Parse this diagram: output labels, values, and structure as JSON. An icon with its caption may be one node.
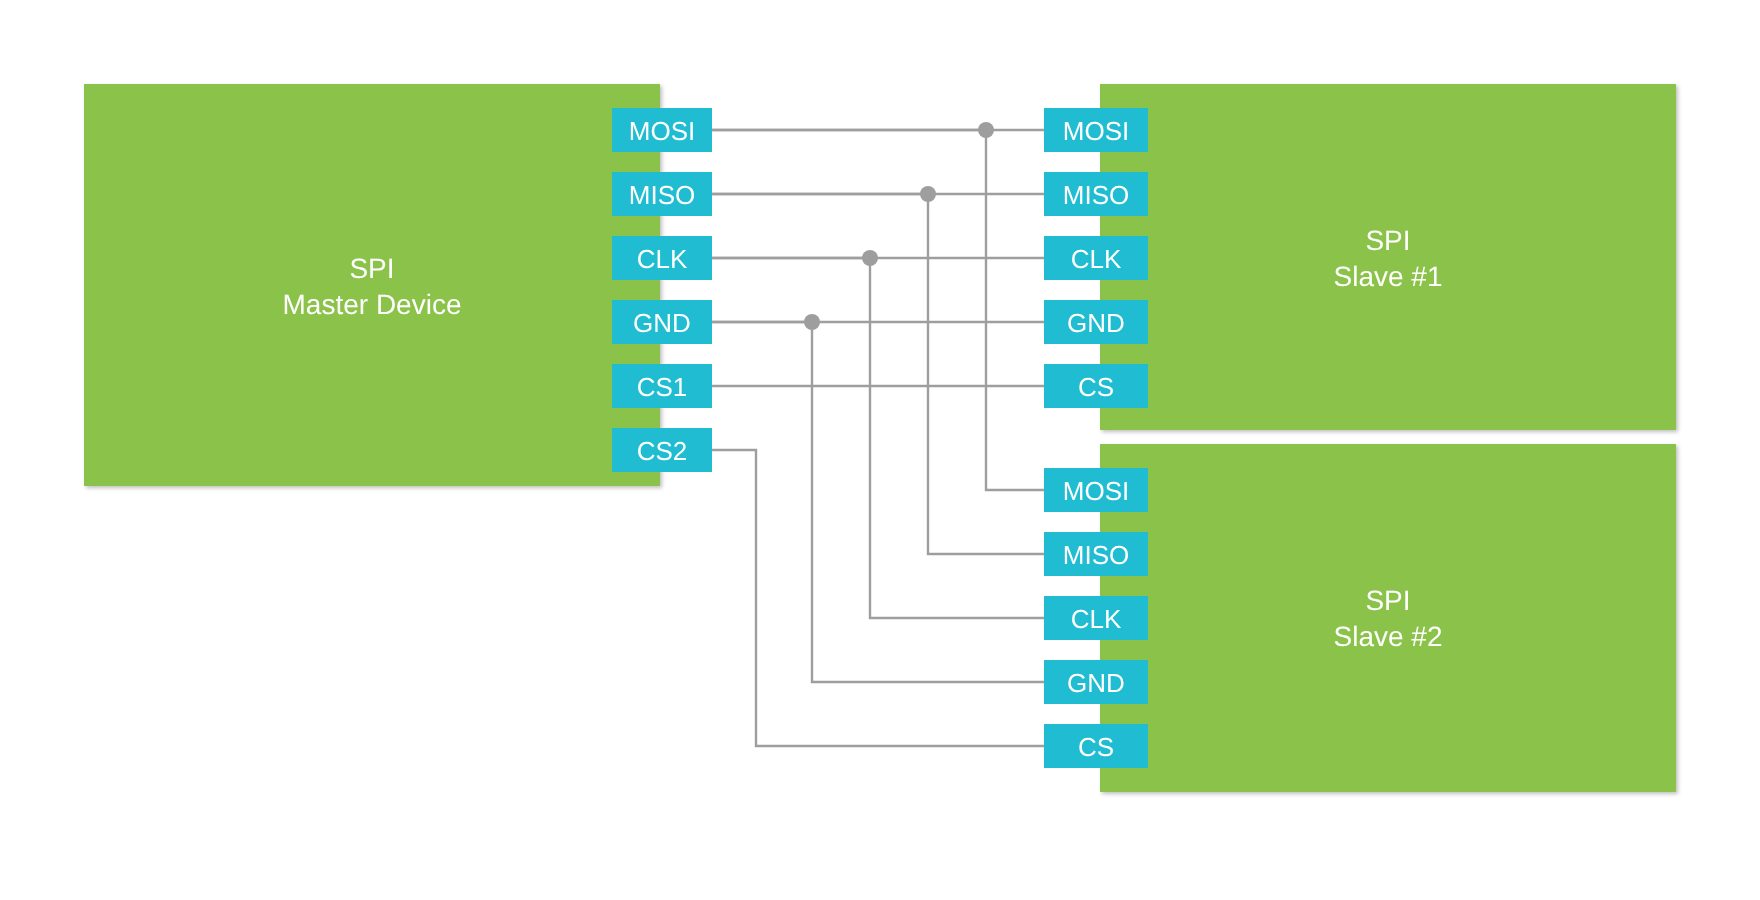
{
  "diagram": {
    "nodes": [
      {
        "text": [
          "SPI",
          "Master Device"
        ]
      },
      {
        "text": [
          "MOSI"
        ]
      },
      {
        "text": [
          "MISO"
        ]
      },
      {
        "text": [
          "CLK"
        ]
      },
      {
        "text": [
          "GND"
        ]
      },
      {
        "text": [
          "CS1"
        ]
      },
      {
        "text": [
          "CS2"
        ]
      },
      {
        "text": [
          "SPI",
          "Slave #1"
        ]
      },
      {
        "text": [
          "MOSI"
        ]
      },
      {
        "text": [
          "MISO"
        ]
      },
      {
        "text": [
          "CLK"
        ]
      },
      {
        "text": [
          "GND"
        ]
      },
      {
        "text": [
          "CS"
        ]
      },
      {
        "text": [
          "SPI",
          "Slave #2"
        ]
      },
      {
        "text": [
          "MOSI"
        ]
      },
      {
        "text": [
          "MISO"
        ]
      },
      {
        "text": [
          "CLK"
        ]
      },
      {
        "text": [
          "GND"
        ]
      },
      {
        "text": [
          "CS"
        ]
      }
    ],
    "edges": [
      {
        "from": 1,
        "to": 8,
        "arrow": "none"
      },
      {
        "from": 1,
        "to": 14,
        "arrow": "none"
      },
      {
        "from": 2,
        "to": 9,
        "arrow": "none"
      },
      {
        "from": 2,
        "to": 15,
        "arrow": "none"
      },
      {
        "from": 3,
        "to": 10,
        "arrow": "none"
      },
      {
        "from": 3,
        "to": 16,
        "arrow": "none"
      },
      {
        "from": 4,
        "to": 11,
        "arrow": "none"
      },
      {
        "from": 4,
        "to": 17,
        "arrow": "none"
      },
      {
        "from": 5,
        "to": 12,
        "arrow": "none"
      },
      {
        "from": 6,
        "to": 18,
        "arrow": "none"
      }
    ]
  }
}
